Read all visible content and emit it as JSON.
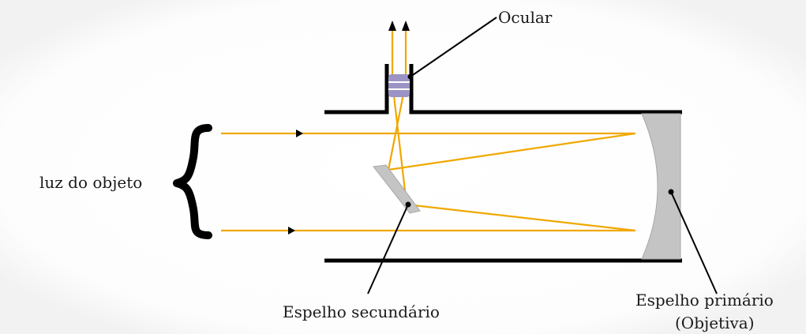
{
  "labels": {
    "eyepiece": "Ocular",
    "object_light": "luz do objeto",
    "secondary_mirror": "Espelho secundário",
    "primary_mirror_line1": "Espelho primário",
    "primary_mirror_line2": "(Objetiva)"
  },
  "colors": {
    "ray": "#f0a800",
    "mirror": "#c4c4c4",
    "lens": "#9b93c4",
    "tube": "#000000",
    "text": "#1a1a1a"
  }
}
